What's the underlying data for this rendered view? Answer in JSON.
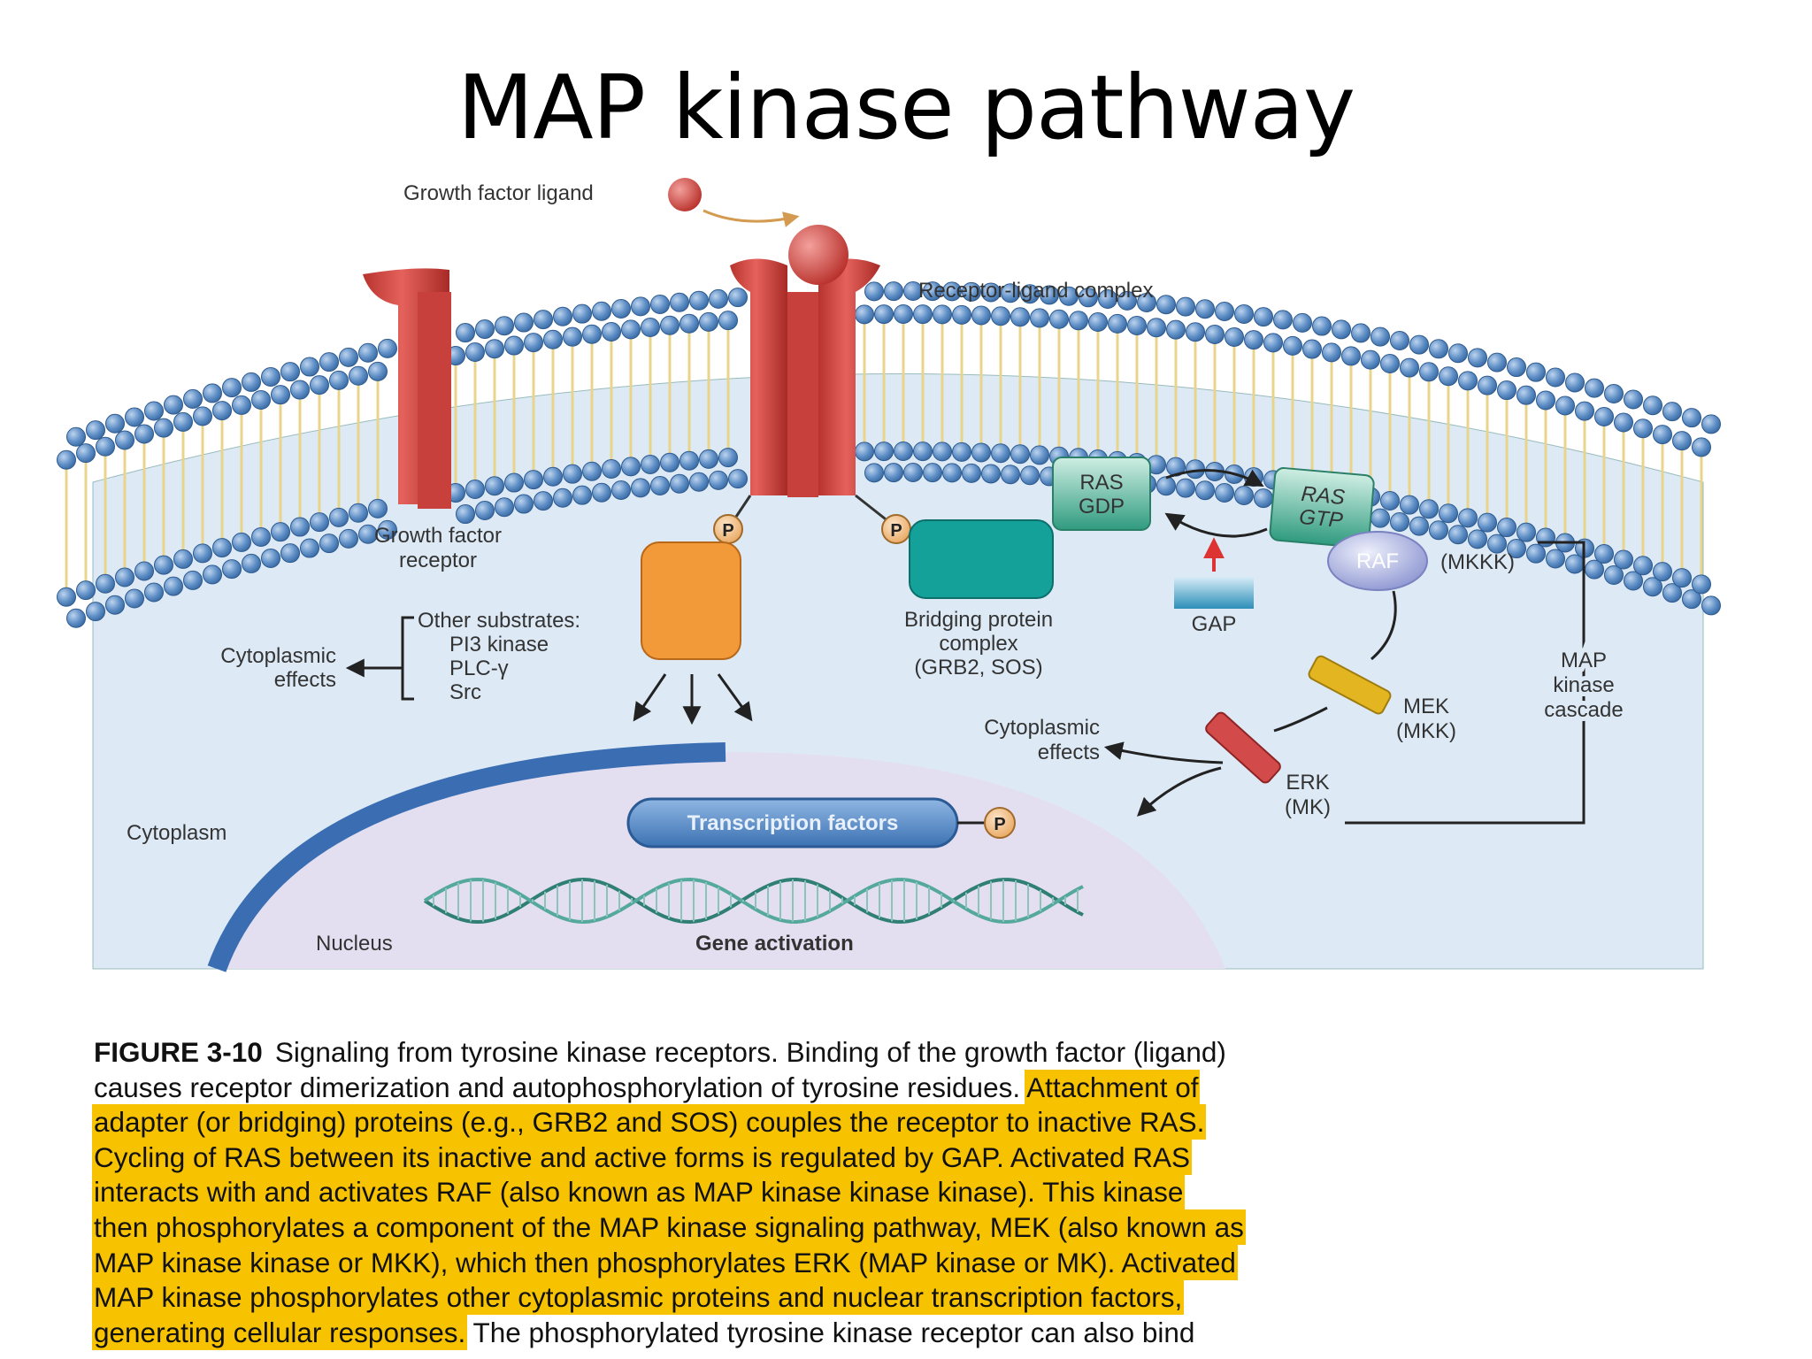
{
  "title": "MAP kinase pathway",
  "labels": {
    "growth_factor_ligand": "Growth factor ligand",
    "receptor_ligand_complex": "Receptor-ligand complex",
    "growth_factor_receptor": [
      "Growth factor",
      "receptor"
    ],
    "ras_gdp": [
      "RAS",
      "GDP"
    ],
    "ras_gtp": [
      "RAS",
      "GTP"
    ],
    "raf": "RAF",
    "mkkk": "(MKKK)",
    "gap": "GAP",
    "map_kinase_cascade": [
      "MAP",
      "kinase",
      "cascade"
    ],
    "other_substrates": [
      "Other substrates:",
      "PI3 kinase",
      "PLC-γ",
      "Src"
    ],
    "cytoplasmic_effects_left": [
      "Cytoplasmic",
      "effects"
    ],
    "bridging_protein": [
      "Bridging protein",
      "complex",
      "(GRB2, SOS)"
    ],
    "mek": [
      "MEK",
      "(MKK)"
    ],
    "cytoplasmic_effects_right": [
      "Cytoplasmic",
      "effects"
    ],
    "erk": [
      "ERK",
      "(MK)"
    ],
    "cytoplasm": "Cytoplasm",
    "transcription_factors": "Transcription factors",
    "phospho": "P",
    "nucleus": "Nucleus",
    "gene_activation": "Gene activation"
  },
  "caption": {
    "figure_label": "FIGURE 3-10",
    "lines": [
      {
        "plain": "Signaling from tyrosine kinase receptors. Binding of the growth factor (ligand)",
        "highlight": ""
      },
      {
        "plain": "causes receptor dimerization and autophosphorylation of tyrosine residues. ",
        "highlight": "Attachment of"
      },
      {
        "plain": "",
        "highlight": "adapter (or bridging) proteins (e.g., GRB2 and SOS) couples the receptor to inactive RAS."
      },
      {
        "plain": "",
        "highlight": "Cycling of RAS between its inactive and active forms is regulated by GAP. Activated RAS"
      },
      {
        "plain": "",
        "highlight": "interacts with and activates RAF (also known as MAP kinase kinase kinase). This kinase"
      },
      {
        "plain": "",
        "highlight": "then phosphorylates a component of the MAP kinase signaling pathway, MEK (also known as"
      },
      {
        "plain": "",
        "highlight": "MAP kinase kinase or MKK), which then phosphorylates ERK (MAP kinase or MK). Activated"
      },
      {
        "plain": "",
        "highlight": "MAP kinase phosphorylates other cytoplasmic proteins and nuclear transcription factors,"
      },
      {
        "plain": "",
        "highlight": "generating cellular responses.",
        "tail": " The phosphorylated tyrosine kinase receptor can also bind"
      }
    ]
  },
  "colors": {
    "cytoplasm": "#ddeaf6",
    "nucleus": "#e4dff0",
    "membrane_head": "#5f8fc6",
    "receptor": "#d9534f",
    "ras": "#3aa58a",
    "bridging": "#14a19a",
    "substrate": "#f29a3a",
    "raf": "#9aa3d9",
    "mek": "#e3b520",
    "erk": "#d24a4a",
    "tf": "#4f86c6",
    "phospho": "#f3c48d",
    "highlight": "#f7c200"
  }
}
